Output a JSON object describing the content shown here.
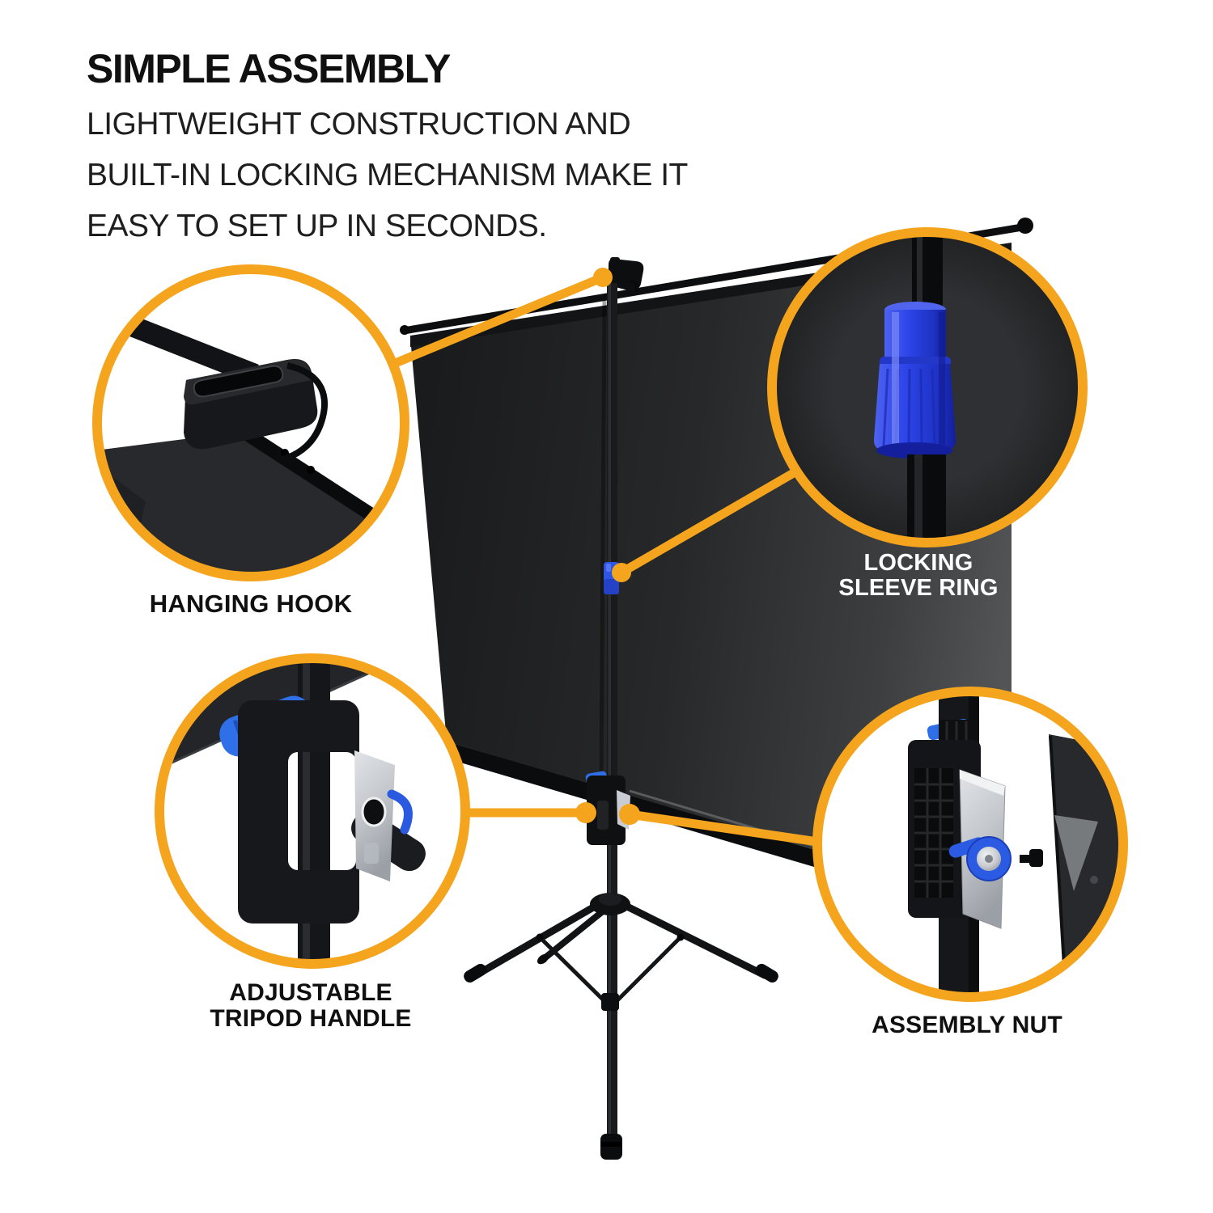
{
  "header": {
    "title": "SIMPLE ASSEMBLY",
    "description_lines": [
      "LIGHTWEIGHT CONSTRUCTION AND",
      "BUILT-IN LOCKING MECHANISM MAKE IT",
      "EASY TO SET UP IN SECONDS."
    ]
  },
  "callouts": {
    "hanging_hook": {
      "label": "HANGING HOOK"
    },
    "locking_sleeve_ring": {
      "label_line1": "LOCKING",
      "label_line2": "SLEEVE RING"
    },
    "adjustable_tripod_handle": {
      "label_line1": "ADJUSTABLE",
      "label_line2": "TRIPOD HANDLE"
    },
    "assembly_nut": {
      "label": "ASSEMBLY NUT"
    }
  },
  "icons": {
    "callout_circle": "magnifier-detail-circle",
    "connector_dot": "pointer-dot"
  },
  "colors": {
    "accent_orange": "#F5A41E",
    "accent_blue": "#2B4BE4",
    "screen_dark": "#232426",
    "frame_black": "#0E0F10",
    "metal_silver": "#C9CDD3",
    "text_dark": "#101010",
    "text_light": "#FFFFFF",
    "background": "#FFFFFF"
  }
}
